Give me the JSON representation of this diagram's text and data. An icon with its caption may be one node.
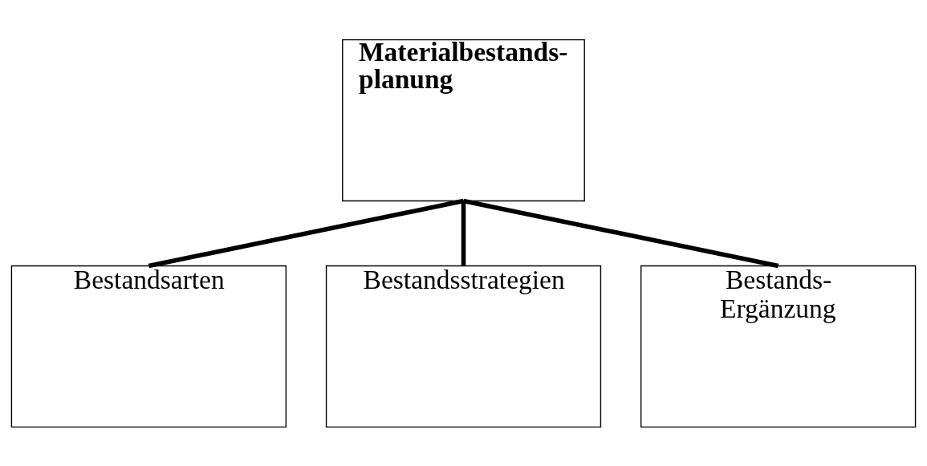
{
  "diagram": {
    "nodes": [
      {
        "text": [
          "Materialbestands- planung"
        ]
      },
      {
        "text": [
          "Bestandsarten"
        ]
      },
      {
        "text": [
          "Bestandsstrategien"
        ]
      },
      {
        "text": [
          "Bestands- Ergänzung"
        ]
      }
    ],
    "edges": [
      {
        "from": 0,
        "to": 1,
        "arrow": "none"
      },
      {
        "from": 0,
        "to": 2,
        "arrow": "none"
      },
      {
        "from": 0,
        "to": 3,
        "arrow": "none"
      }
    ]
  }
}
